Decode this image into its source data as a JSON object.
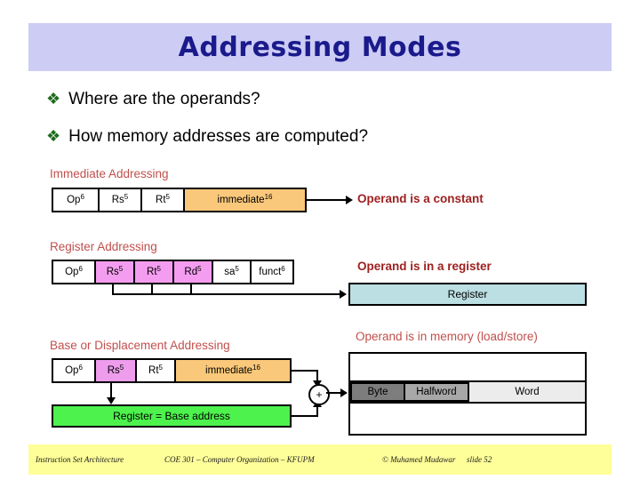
{
  "slide": {
    "title": "Addressing Modes",
    "title_band_color": "#ccccf5",
    "title_text_color": "#1a1a8c"
  },
  "bullets": [
    {
      "mark": "❖",
      "text": "Where are the operands?"
    },
    {
      "mark": "❖",
      "text": "How memory addresses are computed?"
    }
  ],
  "sections": [
    {
      "caption": "Immediate Addressing",
      "fields": [
        {
          "name": "Op",
          "bits": "6",
          "fill": "white"
        },
        {
          "name": "Rs",
          "bits": "5",
          "fill": "white"
        },
        {
          "name": "Rt",
          "bits": "5",
          "fill": "white"
        },
        {
          "name": "immediate",
          "bits": "16",
          "fill": "orange"
        }
      ],
      "result_label": "Operand is a constant"
    },
    {
      "caption": "Register Addressing",
      "fields": [
        {
          "name": "Op",
          "bits": "6",
          "fill": "white"
        },
        {
          "name": "Rs",
          "bits": "5",
          "fill": "pink"
        },
        {
          "name": "Rt",
          "bits": "5",
          "fill": "pink"
        },
        {
          "name": "Rd",
          "bits": "5",
          "fill": "pink"
        },
        {
          "name": "sa",
          "bits": "5",
          "fill": "white"
        },
        {
          "name": "funct",
          "bits": "6",
          "fill": "white"
        }
      ],
      "result_label": "Operand is in a register",
      "target_box": "Register"
    },
    {
      "caption": "Base or Displacement Addressing",
      "fields": [
        {
          "name": "Op",
          "bits": "6",
          "fill": "white"
        },
        {
          "name": "Rs",
          "bits": "5",
          "fill": "magenta"
        },
        {
          "name": "Rt",
          "bits": "5",
          "fill": "white"
        },
        {
          "name": "immediate",
          "bits": "16",
          "fill": "orange"
        }
      ],
      "result_label": "Operand is in memory (load/store)",
      "base_box": "Register = Base address",
      "adder_symbol": "+"
    }
  ],
  "memory": {
    "cells": [
      {
        "label": "Byte",
        "fill": "#7d7d7d"
      },
      {
        "label": "Halfword",
        "fill": "#a8a8a8"
      },
      {
        "label": "Word",
        "fill": "#ececec"
      }
    ]
  },
  "colors": {
    "caption": "#c0504d",
    "result_label": "#9e2020",
    "orange_field": "#fac87a",
    "pink_field": "#f49df0",
    "register_box": "#bcdfe3",
    "base_box": "#4df24d",
    "footer_band": "#ffff99"
  },
  "footer": {
    "left": "Instruction Set Architecture",
    "center": "COE 301 – Computer Organization – KFUPM",
    "copyright": "© Muhamed Mudawar",
    "slide_number": "slide 52"
  }
}
